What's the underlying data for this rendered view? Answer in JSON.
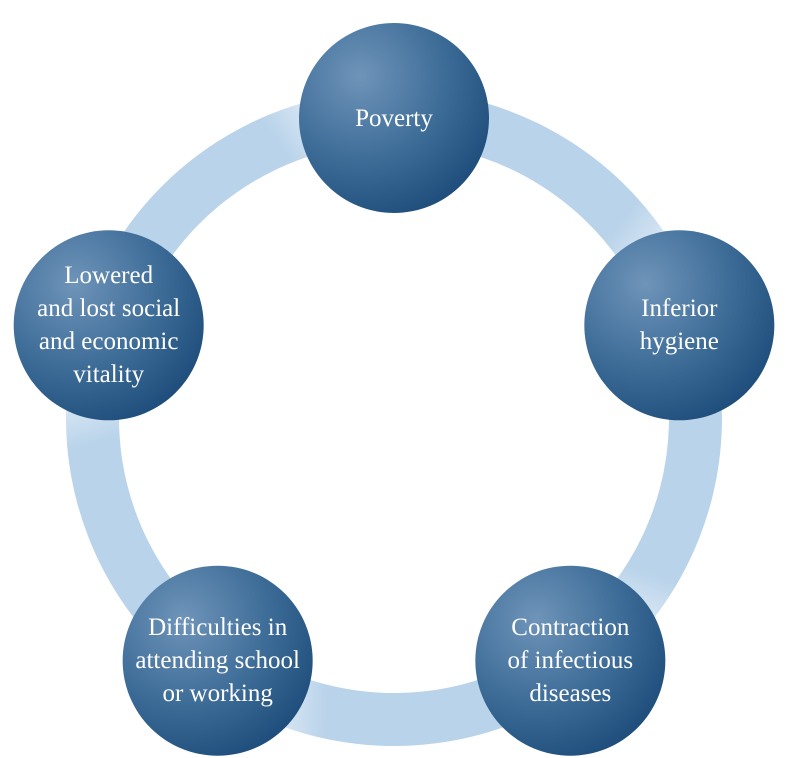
{
  "diagram": {
    "type": "cycle",
    "colors": {
      "node_light": "#6f94b9",
      "node_mid": "#3f6e99",
      "node_dark": "#1f4e7c",
      "ring": "#b9d3ea",
      "ring_fade": "#ffffff"
    },
    "nodes": [
      {
        "id": "poverty",
        "label": "Poverty"
      },
      {
        "id": "inferior-hygiene",
        "label": "Inferior\nhygiene"
      },
      {
        "id": "contraction-of-infectious-diseases",
        "label": "Contraction\nof infectious\ndiseases"
      },
      {
        "id": "difficulties-in-attending-school-or-working",
        "label": "Difficulties in\nattending school\nor working"
      },
      {
        "id": "lowered-and-lost-social-and-economic-vitality",
        "label": "Lowered\nand lost social\nand economic\nvitality"
      }
    ]
  }
}
